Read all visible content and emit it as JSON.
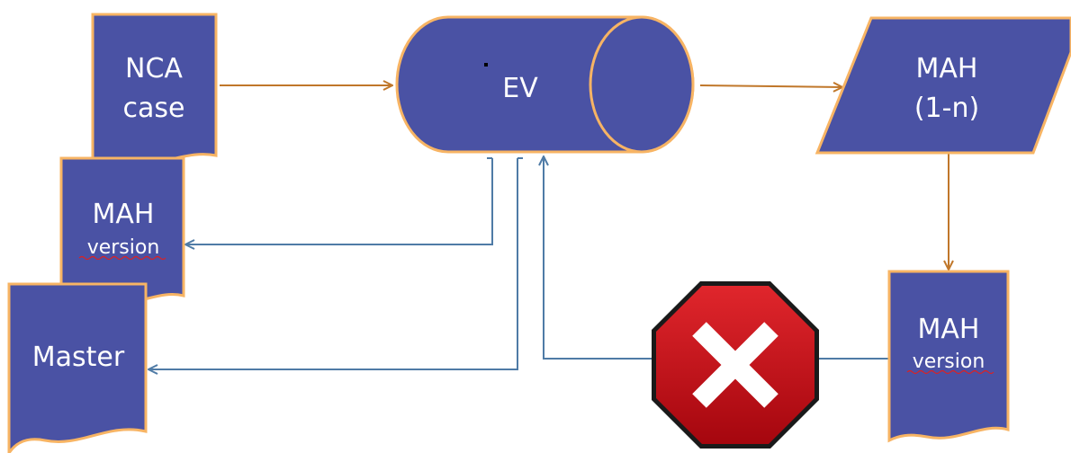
{
  "nodes": {
    "nca_case": {
      "line1": "NCA",
      "line2": "case"
    },
    "ev": {
      "label": "EV"
    },
    "mah_1n": {
      "line1": "MAH",
      "line2": "(1-n)"
    },
    "mah_version_left": {
      "line1": "MAH",
      "line2": "version"
    },
    "master": {
      "label": "Master"
    },
    "mah_version_right": {
      "line1": "MAH",
      "line2": "version"
    }
  },
  "colors": {
    "shape_fill": "#4A52A4",
    "shape_border": "#F7B464",
    "arrow_orange": "#C0772A",
    "arrow_blue": "#4F7BA6",
    "stop_red": "#C8101A"
  },
  "icons": [
    "stop-sign-icon"
  ]
}
